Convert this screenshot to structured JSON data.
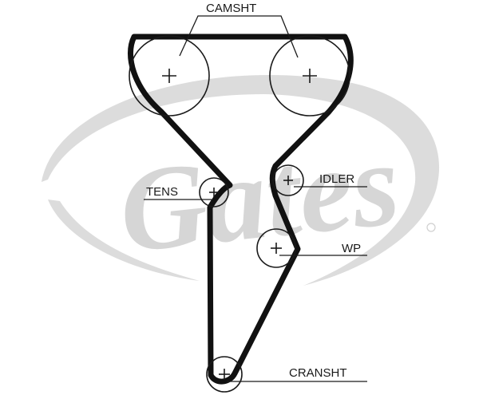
{
  "labels": {
    "camshaft": "CAMSHT",
    "tensioner": "TENS",
    "idler": "IDLER",
    "water_pump": "WP",
    "crankshaft": "CRANSHT"
  },
  "watermark": {
    "brand_text": "Gates",
    "color": "#d9d9d9"
  },
  "colors": {
    "belt": "#111111",
    "line": "#1a1a1a",
    "background": "#ffffff"
  }
}
